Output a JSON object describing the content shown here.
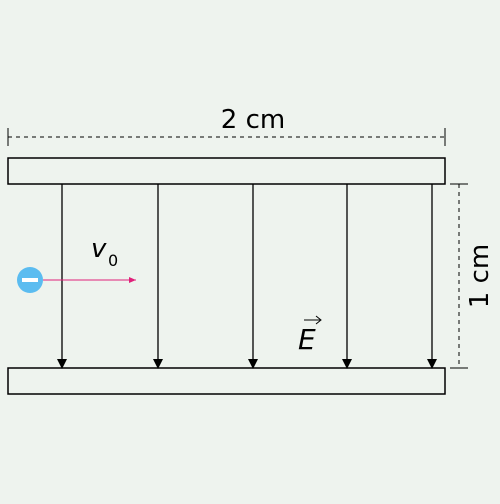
{
  "colors": {
    "background": "#eef3ee",
    "plate_fill": "#eef3ee",
    "line": "#000000",
    "electron": "#5bbcf0",
    "velocity_arrow": "#e0207a"
  },
  "labels": {
    "width": "2 cm",
    "gap": "1 cm",
    "velocity_symbol": "v",
    "velocity_subscript": "0",
    "field_symbol": "E"
  },
  "field_line_count": 5,
  "icons": {
    "electron": "minus-charge-icon",
    "field_vector": "vector-arrow-icon"
  }
}
